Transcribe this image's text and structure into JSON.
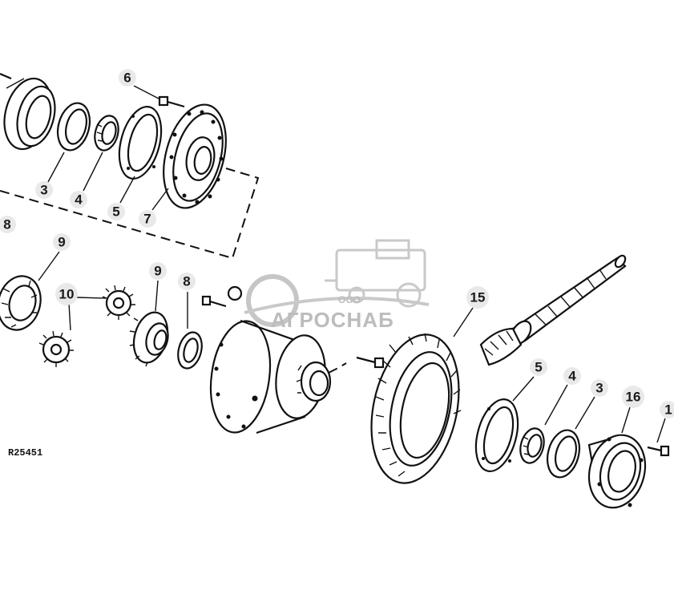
{
  "figure": {
    "reference_code": "R25451",
    "watermark": {
      "company_prefix": "ООО",
      "company_name": "АГРОСНАБ"
    }
  },
  "callouts": [
    {
      "id": "c-6-top",
      "text": "6"
    },
    {
      "id": "c-3-top",
      "text": "3"
    },
    {
      "id": "c-4-top",
      "text": "4"
    },
    {
      "id": "c-5-top",
      "text": "5"
    },
    {
      "id": "c-7",
      "text": "7"
    },
    {
      "id": "c-8-left",
      "text": "8"
    },
    {
      "id": "c-9-left",
      "text": "9"
    },
    {
      "id": "c-10",
      "text": "10"
    },
    {
      "id": "c-9-mid",
      "text": "9"
    },
    {
      "id": "c-8-mid",
      "text": "8"
    },
    {
      "id": "c-15",
      "text": "15"
    },
    {
      "id": "c-5-bottom",
      "text": "5"
    },
    {
      "id": "c-4-bottom",
      "text": "4"
    },
    {
      "id": "c-3-bottom",
      "text": "3"
    },
    {
      "id": "c-16",
      "text": "16"
    },
    {
      "id": "c-1-edge",
      "text": "1"
    }
  ]
}
